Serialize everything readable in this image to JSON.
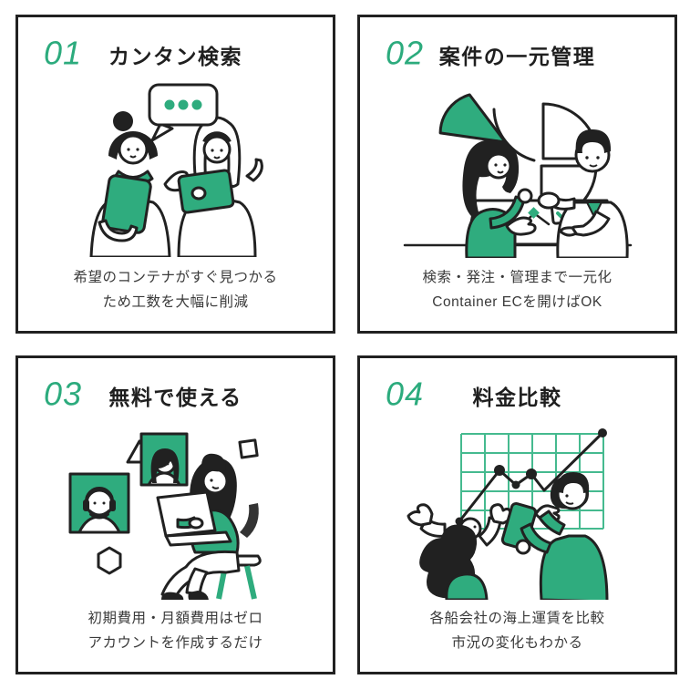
{
  "theme": {
    "accent_green": "#2FAC7E",
    "number_color": "#2CAB7D",
    "border_color": "#212121",
    "shadow_gradient_start": "#2CBA81",
    "shadow_gradient_end": "#0E7697",
    "text_color": "#3a3a3a",
    "background": "#ffffff"
  },
  "cards": [
    {
      "number": "01",
      "title": "カンタン検索",
      "caption_line1": "希望のコンテナがすぐ見つかる",
      "caption_line2": "ため工数を大幅に削減",
      "illustration": "two-people-talking-speech-bubble"
    },
    {
      "number": "02",
      "title": "案件の一元管理",
      "caption_line1": "検索・発注・管理まで一元化",
      "caption_line2": "Container ECを開けばOK",
      "illustration": "pie-chart-discussion-checklist"
    },
    {
      "number": "03",
      "title": "無料で使える",
      "caption_line1": "初期費用・月額費用はゼロ",
      "caption_line2": "アカウントを作成するだけ",
      "illustration": "video-call-woman-laptop"
    },
    {
      "number": "04",
      "title": "料金比較",
      "caption_line1": "各船会社の海上運賃を比較",
      "caption_line2": "市況の変化もわかる",
      "illustration": "rising-line-chart-two-people"
    }
  ]
}
